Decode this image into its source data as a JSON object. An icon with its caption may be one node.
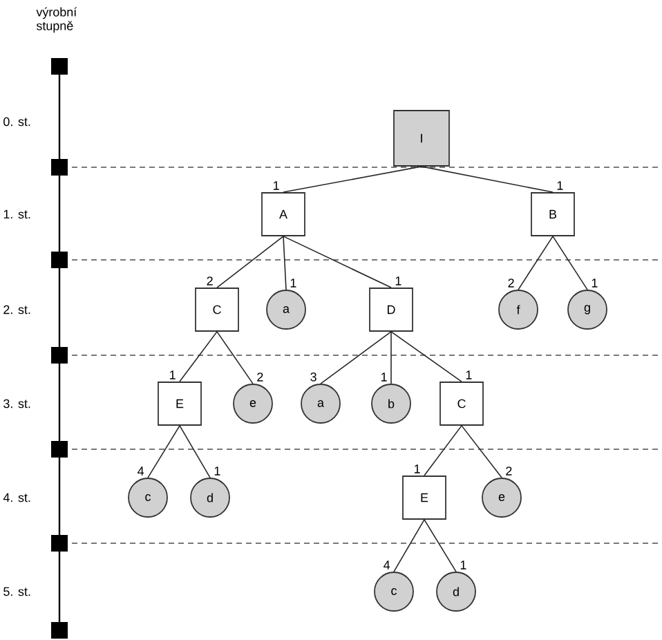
{
  "diagram": {
    "nodes": [
      {
        "text": [
          "I"
        ]
      },
      {
        "text": [
          "A"
        ]
      },
      {
        "text": [
          "B"
        ]
      },
      {
        "text": [
          "C"
        ]
      },
      {
        "text": [
          "a"
        ]
      },
      {
        "text": [
          "D"
        ]
      },
      {
        "text": [
          "f"
        ]
      },
      {
        "text": [
          "g"
        ]
      },
      {
        "text": [
          "E"
        ]
      },
      {
        "text": [
          "e"
        ]
      },
      {
        "text": [
          "a"
        ]
      },
      {
        "text": [
          "b"
        ]
      },
      {
        "text": [
          "C"
        ]
      },
      {
        "text": [
          "c"
        ]
      },
      {
        "text": [
          "d"
        ]
      },
      {
        "text": [
          "E"
        ]
      },
      {
        "text": [
          "e"
        ]
      },
      {
        "text": [
          "c"
        ]
      },
      {
        "text": [
          "d"
        ]
      }
    ],
    "edges": [
      {
        "from": 0,
        "to": 1,
        "arrow": "none",
        "label": "1"
      },
      {
        "from": 0,
        "to": 2,
        "arrow": "none",
        "label": "1"
      },
      {
        "from": 1,
        "to": 3,
        "arrow": "none",
        "label": "2"
      },
      {
        "from": 1,
        "to": 4,
        "arrow": "none",
        "label": "1"
      },
      {
        "from": 1,
        "to": 5,
        "arrow": "none",
        "label": "1"
      },
      {
        "from": 2,
        "to": 6,
        "arrow": "none",
        "label": "2"
      },
      {
        "from": 2,
        "to": 7,
        "arrow": "none",
        "label": "1"
      },
      {
        "from": 3,
        "to": 8,
        "arrow": "none",
        "label": "1"
      },
      {
        "from": 3,
        "to": 9,
        "arrow": "none",
        "label": "2"
      },
      {
        "from": 5,
        "to": 10,
        "arrow": "none",
        "label": "3"
      },
      {
        "from": 5,
        "to": 11,
        "arrow": "none",
        "label": "1"
      },
      {
        "from": 5,
        "to": 12,
        "arrow": "none",
        "label": "1"
      },
      {
        "from": 8,
        "to": 13,
        "arrow": "none",
        "label": "4"
      },
      {
        "from": 8,
        "to": 14,
        "arrow": "none",
        "label": "1"
      },
      {
        "from": 12,
        "to": 15,
        "arrow": "none",
        "label": "1"
      },
      {
        "from": 12,
        "to": 16,
        "arrow": "none",
        "label": "2"
      },
      {
        "from": 15,
        "to": 17,
        "arrow": "none",
        "label": "4"
      },
      {
        "from": 15,
        "to": 18,
        "arrow": "none",
        "label": "1"
      }
    ],
    "labels": [
      "výrobní stupně",
      "0. st.",
      "1. st.",
      "2. st.",
      "3. st.",
      "4. st.",
      "5. st."
    ]
  }
}
